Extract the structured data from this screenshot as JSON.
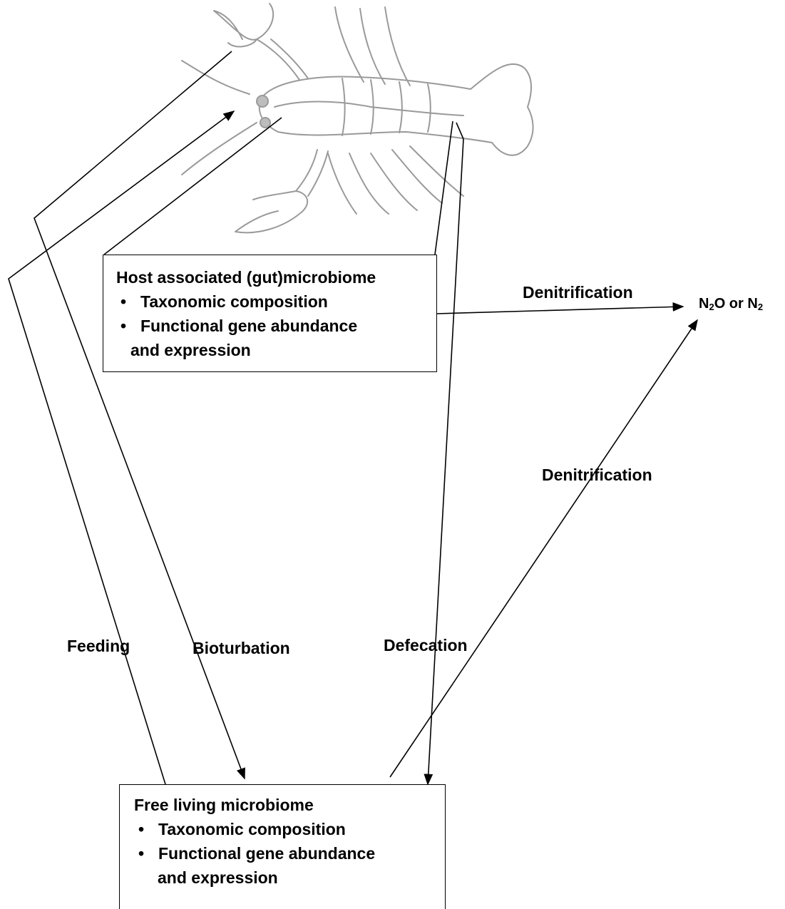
{
  "host_box": {
    "title": "Host associated (gut)microbiome",
    "items": [
      "Taxonomic composition",
      "Functional gene abundance",
      "and expression"
    ]
  },
  "free_box": {
    "title": "Free living microbiome",
    "items": [
      "Taxonomic composition",
      "Functional gene abundance",
      "and expression"
    ]
  },
  "labels": {
    "denitrification_top": "Denitrification",
    "denitrification_mid": "Denitrification",
    "feeding": "Feeding",
    "bioturbation": "Bioturbation",
    "defecation": "Defecation",
    "product_n": "N",
    "product_sub1": "2",
    "product_mid": "O or N",
    "product_sub2": "2"
  },
  "bullet_glyph": "•",
  "illustration": "crayfish-drawing"
}
